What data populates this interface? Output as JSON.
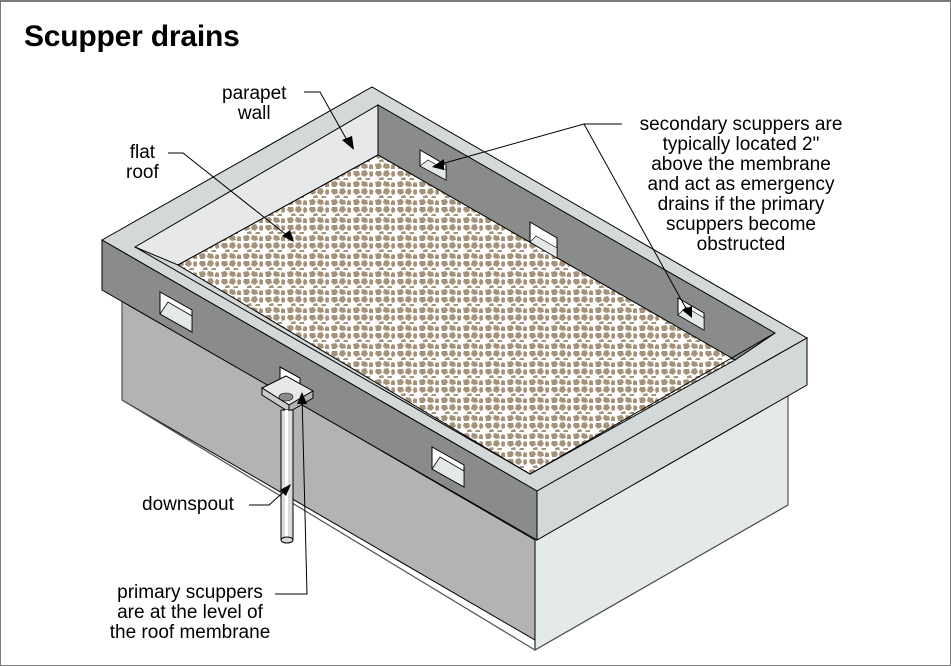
{
  "title": "Scupper drains",
  "labels": {
    "parapet_wall": [
      "parapet",
      "wall"
    ],
    "flat_roof": [
      "flat",
      "roof"
    ],
    "secondary_scuppers": [
      "secondary scuppers are",
      "typically located 2\"",
      "above the membrane",
      "and act as emergency",
      "drains if the primary",
      "scuppers become",
      "obstructed"
    ],
    "downspout": [
      "downspout"
    ],
    "primary_scuppers": [
      "primary scuppers",
      "are at the level of",
      "the roof membrane"
    ]
  },
  "colors": {
    "parapet_top": "#d3d8d9",
    "parapet_inner_light": "#e6e8e9",
    "parapet_inner_dark": "#8a8c8b",
    "parapet_outer_left": "#8a8c8b",
    "parapet_outer_right": "#d3d8d9",
    "wall_left": "#b3b3b3",
    "wall_right": "#e4eaea",
    "gravel": "#a69279",
    "outline": "#000000"
  }
}
